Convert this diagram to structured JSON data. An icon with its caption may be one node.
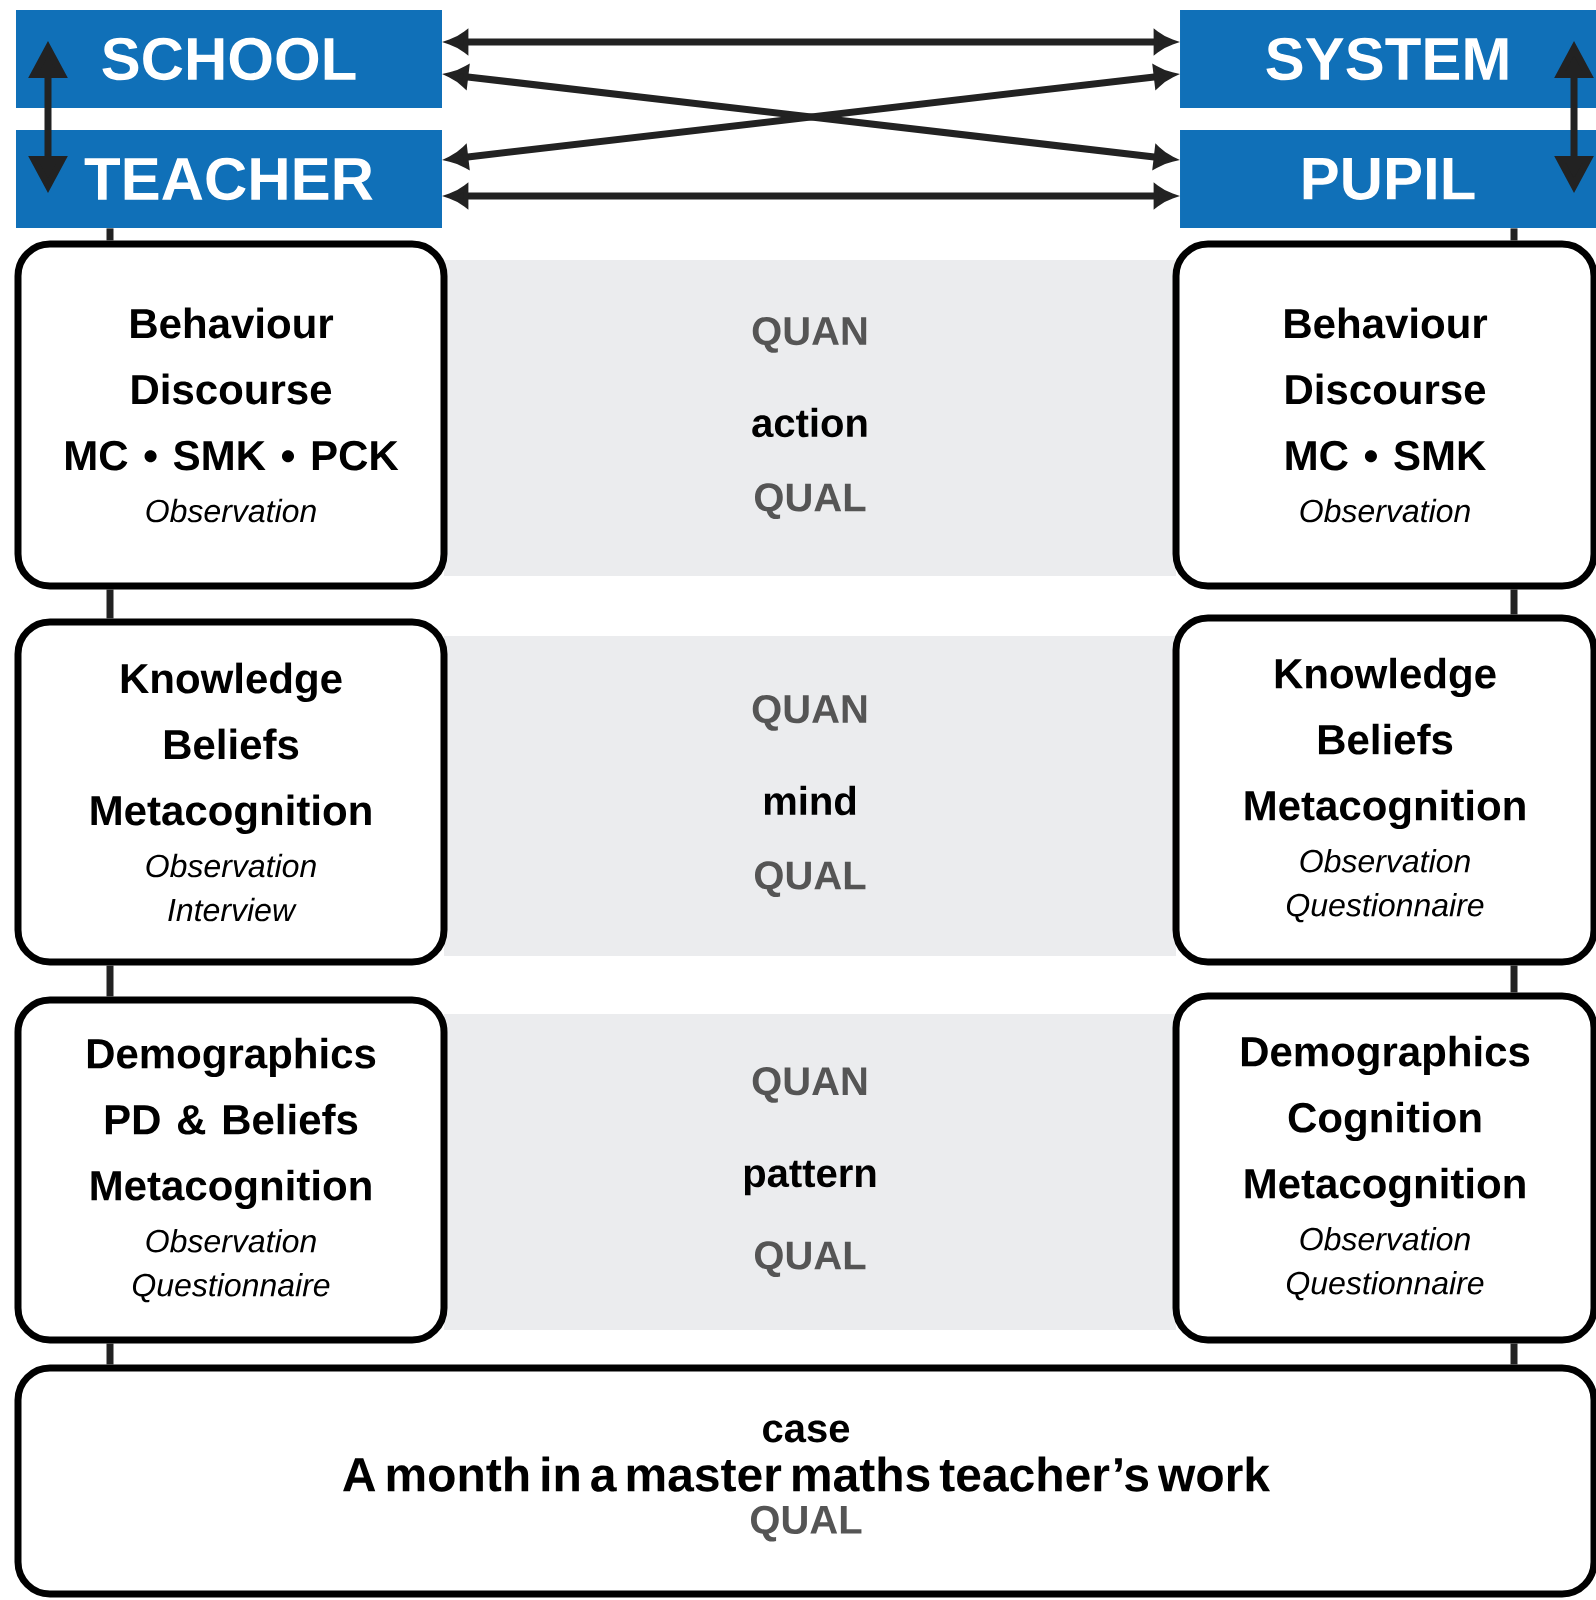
{
  "diagram": {
    "nodes": [
      {
        "text": [
          "SCHOOL"
        ]
      },
      {
        "text": [
          "SYSTEM"
        ]
      },
      {
        "text": [
          "TEACHER"
        ]
      },
      {
        "text": [
          "PUPIL"
        ]
      },
      {
        "text": [
          "Behaviour",
          "Discourse",
          "MC • SMK • PCK",
          "Observation"
        ]
      },
      {
        "text": [
          "QUAN",
          "action",
          "QUAL"
        ]
      },
      {
        "text": [
          "Behaviour",
          "Discourse",
          "MC • SMK",
          "Observation"
        ]
      },
      {
        "text": [
          "Knowledge",
          "Beliefs",
          "Metacognition",
          "Observation",
          "Interview"
        ]
      },
      {
        "text": [
          "QUAN",
          "mind",
          "QUAL"
        ]
      },
      {
        "text": [
          "Knowledge",
          "Beliefs",
          "Metacognition",
          "Observation",
          "Questionnaire"
        ]
      },
      {
        "text": [
          "Demographics",
          "PD & Beliefs",
          "Metacognition",
          "Observation",
          "Questionnaire"
        ]
      },
      {
        "text": [
          "QUAN",
          "pattern",
          "QUAL"
        ]
      },
      {
        "text": [
          "Demographics",
          "Cognition",
          "Metacognition",
          "Observation",
          "Questionnaire"
        ]
      },
      {
        "text": [
          "case",
          "A month in a master maths teacher’s work",
          "QUAL"
        ]
      }
    ],
    "edges": [
      {
        "from": 0,
        "to": 1,
        "arrow": "both"
      },
      {
        "from": 0,
        "to": 3,
        "arrow": "both"
      },
      {
        "from": 2,
        "to": 1,
        "arrow": "both"
      },
      {
        "from": 2,
        "to": 3,
        "arrow": "both"
      },
      {
        "from": 0,
        "to": 2,
        "arrow": "both"
      },
      {
        "from": 1,
        "to": 3,
        "arrow": "both"
      },
      {
        "from": 2,
        "to": 4,
        "arrow": "none"
      },
      {
        "from": 4,
        "to": 7,
        "arrow": "none"
      },
      {
        "from": 7,
        "to": 10,
        "arrow": "none"
      },
      {
        "from": 10,
        "to": 13,
        "arrow": "none"
      },
      {
        "from": 3,
        "to": 6,
        "arrow": "none"
      },
      {
        "from": 6,
        "to": 9,
        "arrow": "none"
      },
      {
        "from": 9,
        "to": 12,
        "arrow": "none"
      },
      {
        "from": 12,
        "to": 13,
        "arrow": "none"
      }
    ]
  }
}
